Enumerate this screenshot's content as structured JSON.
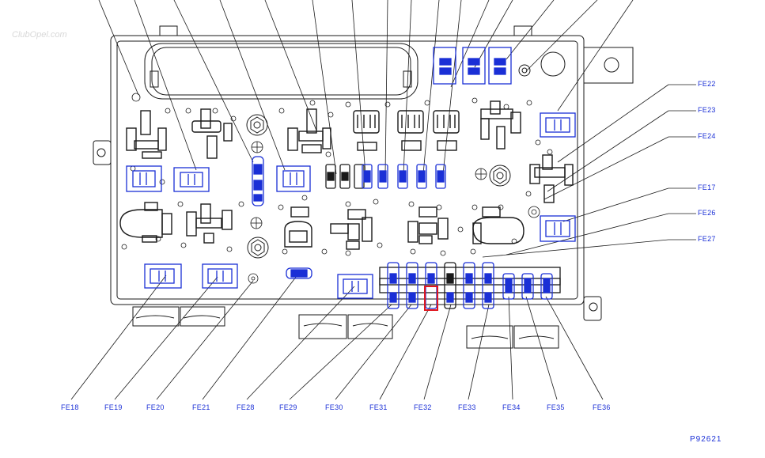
{
  "watermark": "ClubOpel.com",
  "reference_code": "P92621",
  "colors": {
    "outline": "#1a1a1a",
    "highlight": "#1a2fd6",
    "highlight_fill": "#2233dd",
    "selected": "#e0161e",
    "background": "#ffffff"
  },
  "right_labels": {
    "fe22": "FE22",
    "fe23": "FE23",
    "fe24": "FE24",
    "fe17": "FE17",
    "fe26": "FE26",
    "fe27": "FE27"
  },
  "bottom_labels": {
    "fe18": "FE18",
    "fe19": "FE19",
    "fe20": "FE20",
    "fe21": "FE21",
    "fe28": "FE28",
    "fe29": "FE29",
    "fe30": "FE30",
    "fe31": "FE31",
    "fe32": "FE32",
    "fe33": "FE33",
    "fe34": "FE34",
    "fe35": "FE35",
    "fe36": "FE36"
  }
}
